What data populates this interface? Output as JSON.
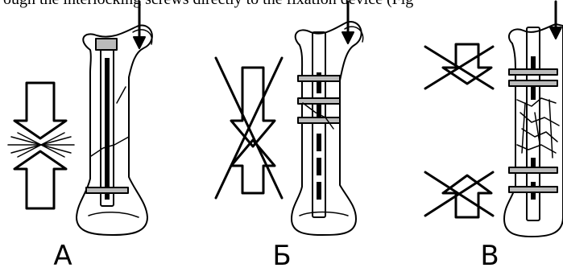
{
  "header_fragment": "ough the interlocking screws directly to the fixation device (Fig",
  "panels": [
    {
      "label": "A"
    },
    {
      "label": "Б"
    },
    {
      "label": "В"
    }
  ]
}
